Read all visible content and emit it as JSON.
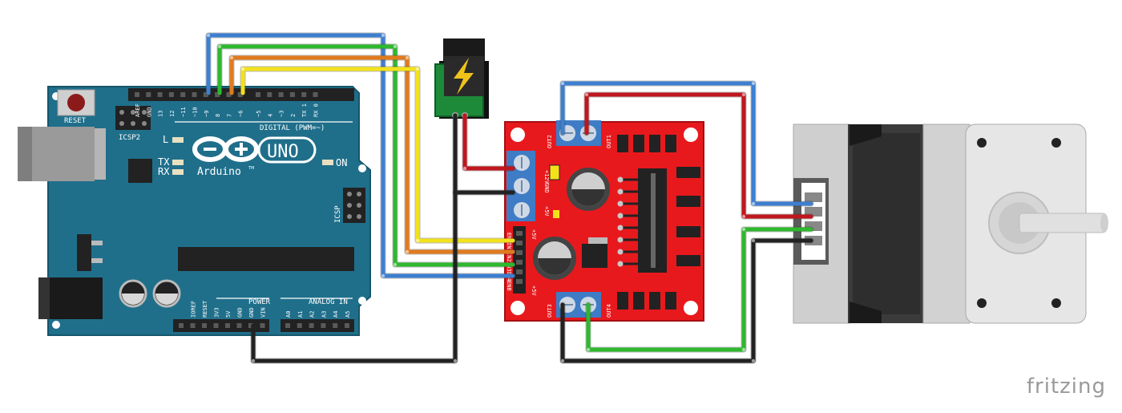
{
  "arduino": {
    "reset_label": "RESET",
    "icsp2_label": "ICSP2",
    "icsp_label": "ICSP",
    "brand_name": "Arduino",
    "trademark": "TM",
    "model_name": "UNO",
    "digital_label": "DIGITAL (PWM=~)",
    "power_label": "POWER",
    "analog_label": "ANALOG IN",
    "led_l": "L",
    "led_tx": "TX",
    "led_rx": "RX",
    "led_on": "ON",
    "digital_pins": [
      "AREF",
      "GND",
      "13",
      "12",
      "~11",
      "~10",
      "~9",
      "8",
      "7",
      "~6",
      "~5",
      "4",
      "~3",
      "2",
      "TX 1",
      "RX 0"
    ],
    "power_pins": [
      "IOREF",
      "RESET",
      "3V3",
      "5V",
      "GND",
      "GND",
      "VIN"
    ],
    "analog_pins": [
      "A0",
      "A1",
      "A2",
      "A3",
      "A4",
      "A5"
    ]
  },
  "driver": {
    "out1": "OUT1",
    "out2": "OUT2",
    "out3": "OUT3",
    "out4": "OUT4",
    "v12": "+12V",
    "gnd": "GND",
    "v5": "+5V",
    "control_pins": [
      "ENA",
      "IN1",
      "IN2",
      "IN3",
      "IN4",
      "ENB"
    ],
    "ena_jumper": "+5V",
    "enb_jumper": "+5V"
  },
  "wire_colors": {
    "blue": "#3d7fd1",
    "green": "#2eb82e",
    "orange": "#e07b1f",
    "yellow": "#f2e21c",
    "red": "#c0161d",
    "black": "#222222"
  },
  "icons": {
    "power_jack": "lightning-bolt-icon",
    "arduino_logo": "infinity-logo-icon"
  },
  "footer": {
    "brand": "fritzing"
  }
}
